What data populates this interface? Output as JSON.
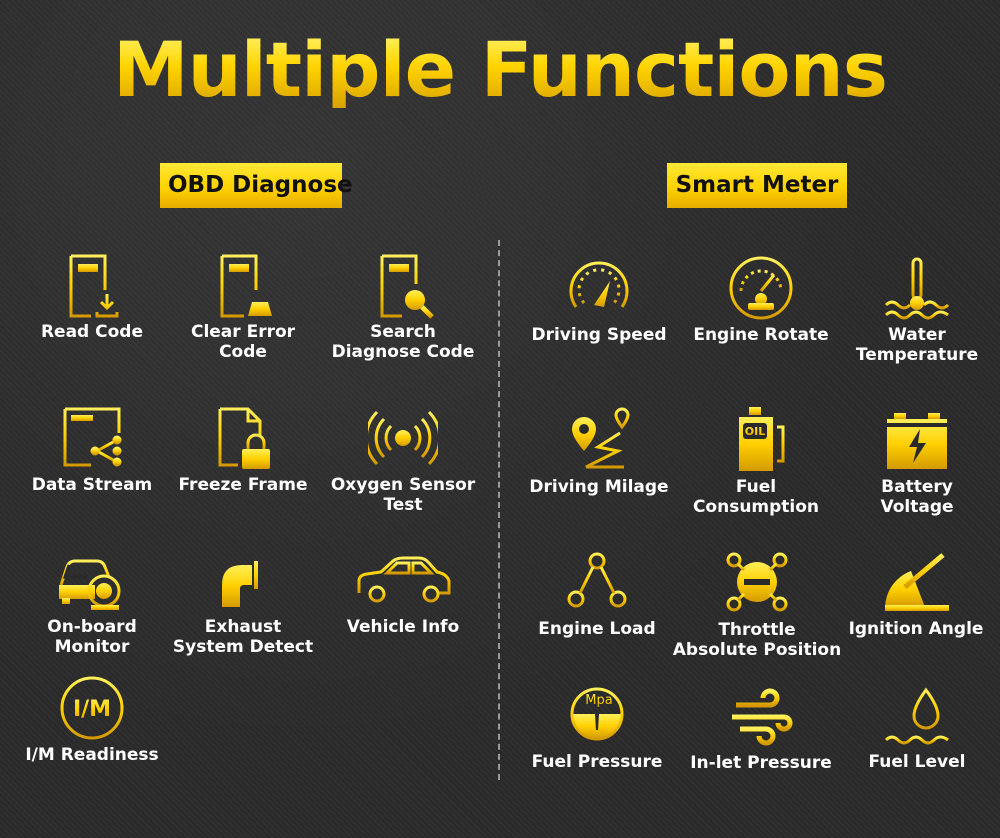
{
  "title": "Multiple Functions",
  "sections": {
    "obd": "OBD Diagnose",
    "meter": "Smart Meter"
  },
  "obd_items": [
    {
      "label": "Read Code",
      "icon": "read-code-icon"
    },
    {
      "label": "Clear Error\nCode",
      "icon": "clear-error-icon"
    },
    {
      "label": "Search\nDiagnose Code",
      "icon": "search-code-icon"
    },
    {
      "label": "Data Stream",
      "icon": "data-stream-icon"
    },
    {
      "label": "Freeze Frame",
      "icon": "freeze-frame-icon"
    },
    {
      "label": "Oxygen Sensor\nTest",
      "icon": "oxygen-sensor-icon"
    },
    {
      "label": "On-board\nMonitor",
      "icon": "onboard-monitor-icon"
    },
    {
      "label": "Exhaust\nSystem Detect",
      "icon": "exhaust-icon"
    },
    {
      "label": "Vehicle Info",
      "icon": "car-icon"
    },
    {
      "label": "I/M Readiness",
      "icon": "im-readiness-icon"
    }
  ],
  "meter_items": [
    {
      "label": "Driving Speed",
      "icon": "speedometer-icon"
    },
    {
      "label": "Engine Rotate",
      "icon": "tachometer-icon"
    },
    {
      "label": "Water\nTemperature",
      "icon": "water-temp-icon"
    },
    {
      "label": "Driving Milage",
      "icon": "route-pin-icon"
    },
    {
      "label": "Fuel\nConsumption",
      "icon": "oil-can-icon"
    },
    {
      "label": "Battery\nVoltage",
      "icon": "battery-icon"
    },
    {
      "label": "Engine Load",
      "icon": "triangle-nodes-icon"
    },
    {
      "label": "Throttle\nAbsolute Position",
      "icon": "throttle-icon"
    },
    {
      "label": "Ignition Angle",
      "icon": "ignition-angle-icon"
    },
    {
      "label": "Fuel Pressure",
      "icon": "pressure-gauge-icon"
    },
    {
      "label": "In-let Pressure",
      "icon": "wind-icon"
    },
    {
      "label": "Fuel Level",
      "icon": "fuel-level-icon"
    }
  ],
  "icon_texts": {
    "im": "I/M",
    "oil": "OIL",
    "mpa": "Mpa"
  },
  "colors": {
    "accent": "#ffd200",
    "background": "#2a2a2a"
  }
}
